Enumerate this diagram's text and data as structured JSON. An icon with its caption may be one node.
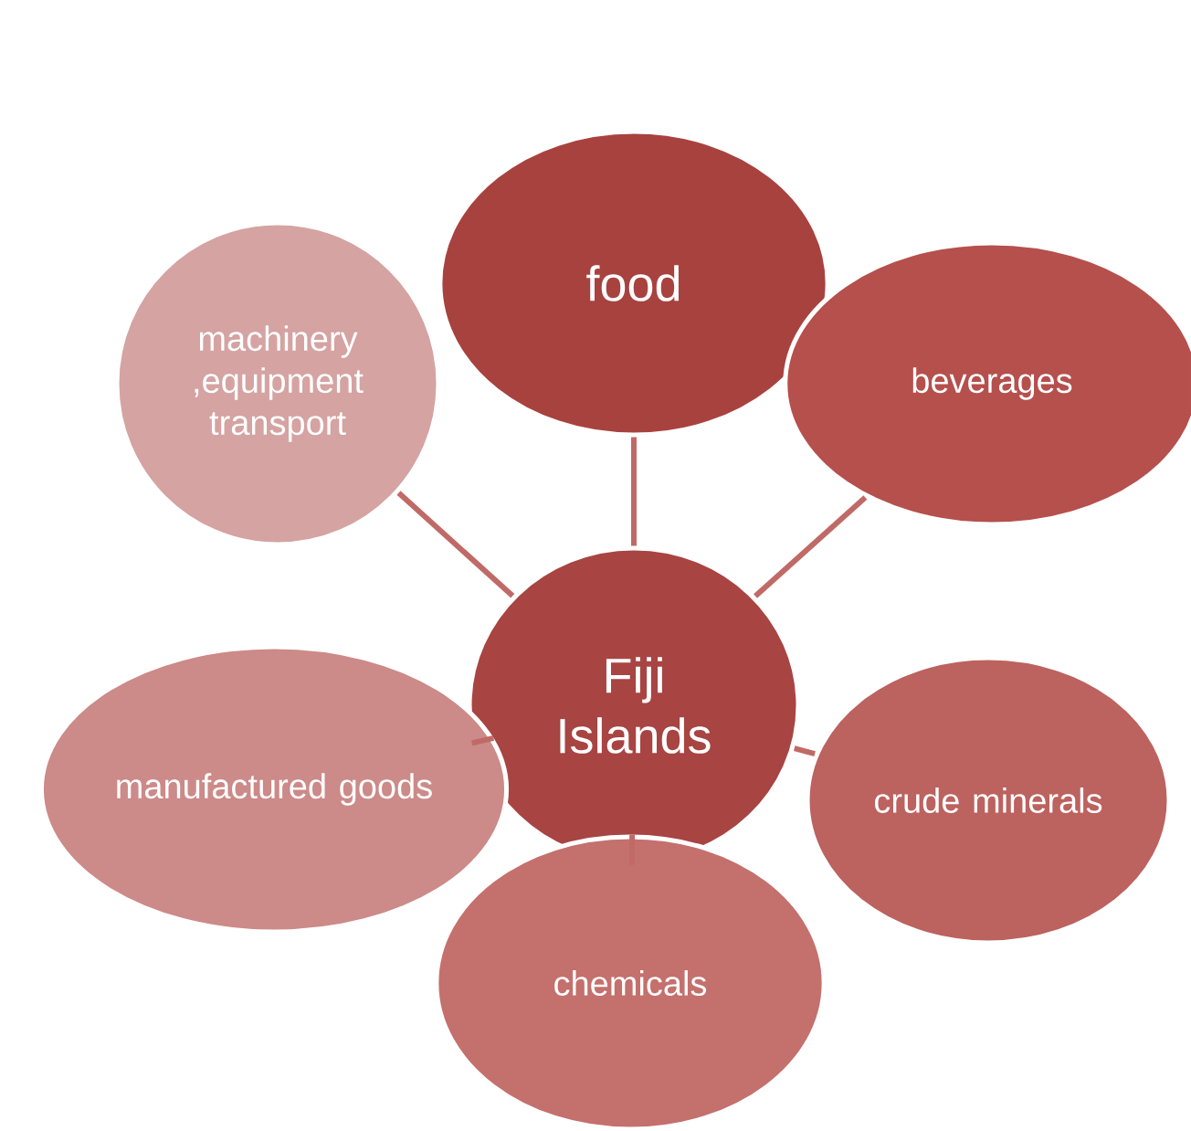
{
  "diagram": {
    "nodes": [
      {
        "text": [
          "Fiji Islands"
        ]
      },
      {
        "text": [
          "food"
        ]
      },
      {
        "text": [
          "beverages"
        ]
      },
      {
        "text": [
          "crude minerals"
        ]
      },
      {
        "text": [
          "chemicals"
        ]
      },
      {
        "text": [
          "manufactured goods"
        ]
      },
      {
        "text": [
          "machinery ,equipment transport"
        ]
      }
    ],
    "edges": [
      {
        "from": 0,
        "to": 1,
        "arrow": "none"
      },
      {
        "from": 0,
        "to": 2,
        "arrow": "none"
      },
      {
        "from": 0,
        "to": 3,
        "arrow": "none"
      },
      {
        "from": 0,
        "to": 4,
        "arrow": "none"
      },
      {
        "from": 0,
        "to": 5,
        "arrow": "none"
      },
      {
        "from": 0,
        "to": 6,
        "arrow": "none"
      }
    ]
  }
}
